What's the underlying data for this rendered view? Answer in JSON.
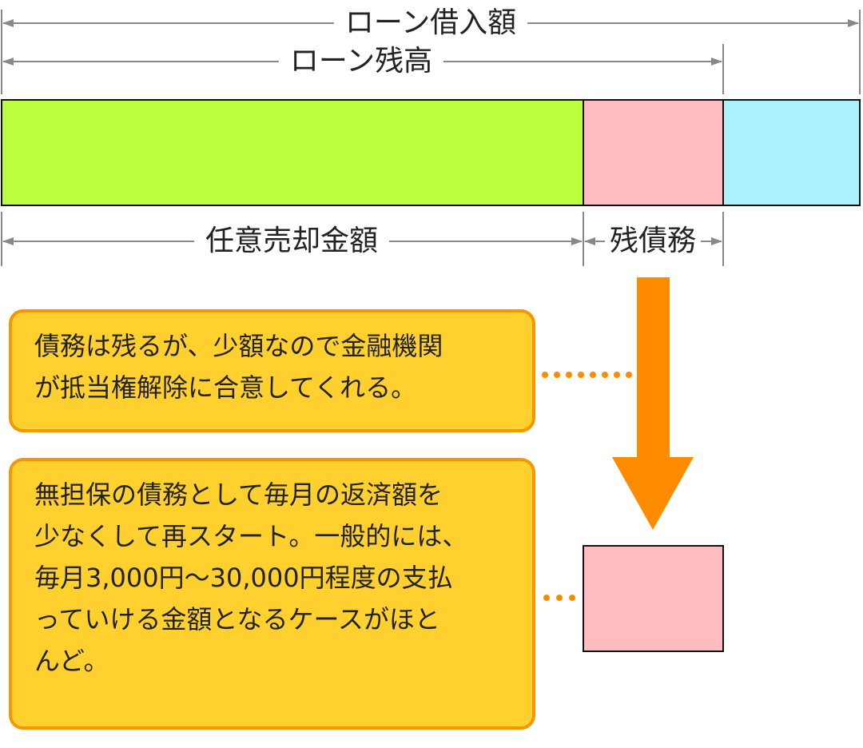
{
  "labels": {
    "loan_borrowed": "ローン借入額",
    "loan_balance": "ローン残高",
    "sale_amount": "任意売却金額",
    "remaining_debt": "残債務"
  },
  "callouts": {
    "first": "債務は残るが、少額なので金融機関\nが抵当権解除に合意してくれる。",
    "second": "無担保の債務として毎月の返済額を\n少なくして再スタート。一般的には、\n毎月3,000円〜30,000円程度の支払\nっていける金額となるケースがほと\nんど。"
  },
  "colors": {
    "sale_segment": "#BBFF3F",
    "debt_segment": "#FFBBBD",
    "paid_segment": "#ABF0FF",
    "arrow": "#FF8C00",
    "callout_fill": "#FFD02E",
    "callout_border": "#F39800",
    "dimension_line": "#888888"
  }
}
